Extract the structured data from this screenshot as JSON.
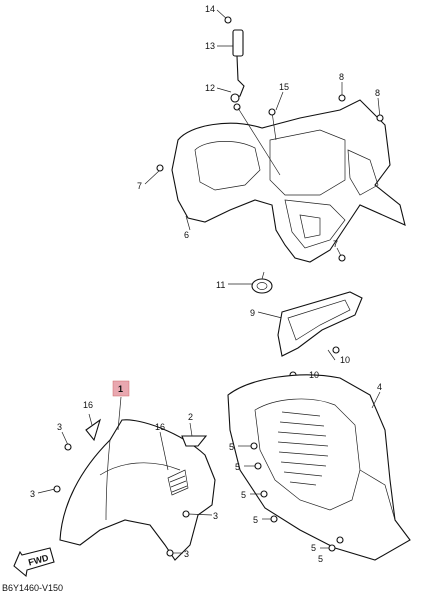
{
  "callouts": {
    "c1": "1",
    "c2": "2",
    "c3a": "3",
    "c3b": "3",
    "c3c": "3",
    "c3d": "3",
    "c4": "4",
    "c5a": "5",
    "c5b": "5",
    "c5c": "5",
    "c5d": "5",
    "c5e": "5",
    "c5f": "5",
    "c6": "6",
    "c7a": "7",
    "c7b": "7",
    "c8a": "8",
    "c8b": "8",
    "c9": "9",
    "c10a": "10",
    "c10b": "10",
    "c11": "11",
    "c12": "12",
    "c13": "13",
    "c14": "14",
    "c15": "15",
    "c16a": "16",
    "c16b": "16"
  },
  "fwd_label": "FWD",
  "diagram_code": "B6Y1460-V150",
  "colors": {
    "highlight_box": "#e9a8b0",
    "ink": "#111111"
  }
}
